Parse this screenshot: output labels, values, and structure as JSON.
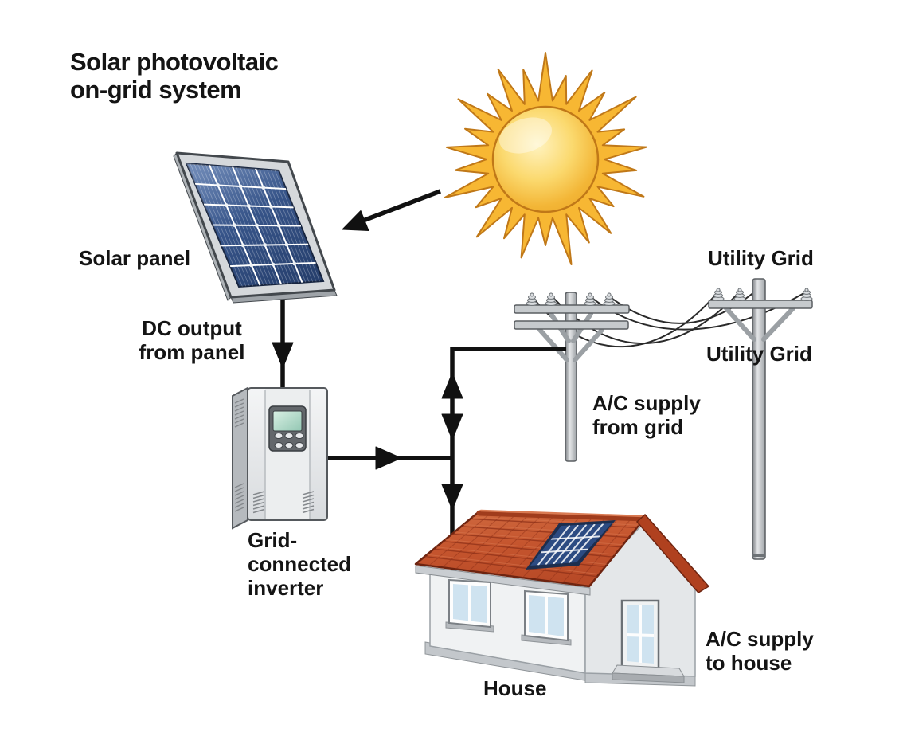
{
  "title": [
    "Solar photovoltaic",
    "on-grid system"
  ],
  "labels": {
    "solar_panel": "Solar panel",
    "dc_output": [
      "DC output",
      "from panel"
    ],
    "inverter": [
      "Grid-",
      "connected",
      "inverter"
    ],
    "utility_grid_top": "Utility Grid",
    "utility_grid_bottom": "Utility Grid",
    "ac_supply_from_grid": [
      "A/C supply",
      "from grid"
    ],
    "ac_supply_to_house": [
      "A/C supply",
      "to house"
    ],
    "house": "House"
  },
  "diagram": {
    "type": "system-diagram",
    "connections": [
      {
        "from": "sun",
        "to": "solar-panel",
        "kind": "sunlight-arrow"
      },
      {
        "from": "solar-panel",
        "to": "grid-connected-inverter",
        "kind": "DC",
        "arrow": "down"
      },
      {
        "from": "grid-connected-inverter",
        "to": "junction",
        "kind": "AC",
        "arrow": "right"
      },
      {
        "from": "junction",
        "to": "utility-grid",
        "kind": "AC",
        "arrow": "bidirectional"
      },
      {
        "from": "junction",
        "to": "house",
        "kind": "AC",
        "arrow": "down"
      }
    ]
  },
  "colors": {
    "text": "#141414",
    "line": "#111111",
    "sun_fill": "#f7b733",
    "sun_outline": "#c07818",
    "panel_blue": "#31538c",
    "frame_silver": "#d5d8db",
    "roof_red": "#c5552e",
    "roof_line": "#8e3018",
    "wall_light": "#f0f2f3",
    "wall_shade": "#e4e7e9",
    "metal_gray": "#c6cacd",
    "metal_outline": "#5a5e62",
    "screen_teal": "#aedcc8",
    "window_blue": "#cfe3f0"
  }
}
